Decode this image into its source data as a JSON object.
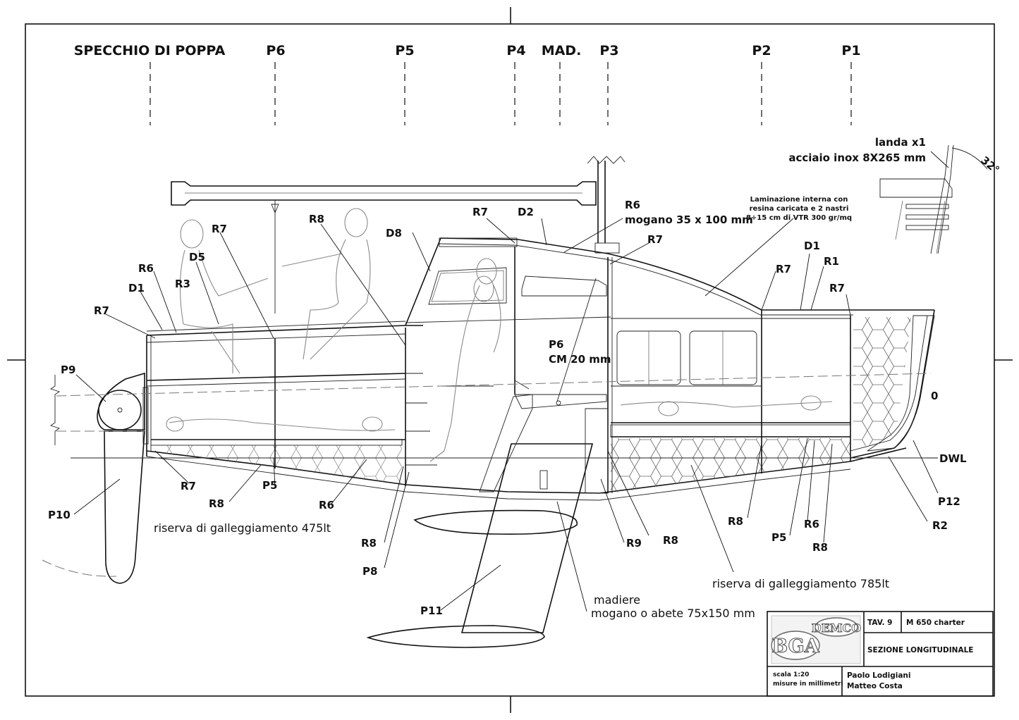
{
  "stations": [
    "SPECCHIO DI POPPA",
    "P6",
    "P5",
    "P4",
    "MAD.",
    "P3",
    "P2",
    "P1"
  ],
  "labels": {
    "landa_1": "landa x1",
    "landa_2": "acciaio inox 8X265 mm",
    "angle": "32°",
    "lam_1": "Laminazione interna  con",
    "lam_2": "resina caricata e 2 nastri",
    "lam_3": "8÷15 cm di VTR 300 gr/mq",
    "r6_top": "R6",
    "mogano": "mogano 35 x 100 mm",
    "r7_a": "R7",
    "d2": "D2",
    "r8_top": "R8",
    "r7_left": "R7",
    "d8": "D8",
    "r7_mid": "R7",
    "d5": "D5",
    "r6_left": "R6",
    "r3": "R3",
    "d1_left": "D1",
    "r7_left2": "R7",
    "r7_right": "R7",
    "d1_right": "D1",
    "r1": "R1",
    "r7_far": "R7",
    "p6_cm_1": "P6",
    "p6_cm_2": "CM 20 mm",
    "p9": "P9",
    "zero": "0",
    "dwl": "DWL",
    "p10": "P10",
    "r7_bottom": "R7",
    "r8_bottom": "R8",
    "p5_bottom": "P5",
    "r6_bottom": "R6",
    "riserva_475": "riserva di galleggiamento 475lt",
    "r8_b2": "R8",
    "p8": "P8",
    "r9": "R9",
    "r8_b3": "R8",
    "r8_b4": "R8",
    "p5_right": "P5",
    "r6_right": "R6",
    "r8_right": "R8",
    "p12": "P12",
    "r2": "R2",
    "riserva_785": "riserva di galleggiamento 785lt",
    "p11": "P11",
    "madiere_1": "madiere",
    "madiere_2": "mogano o abete 75x150 mm"
  },
  "title_block": {
    "logo_bga": "BGA",
    "logo_demco": "DEMCO",
    "sheet": "TAV. 9",
    "model": "M 650 charter",
    "title": "SEZIONE LONGITUDINALE",
    "scale": "scala 1:20",
    "units": "misure in millimetri",
    "author_1": "Paolo Lodigiani",
    "author_2": "Matteo Costa"
  }
}
